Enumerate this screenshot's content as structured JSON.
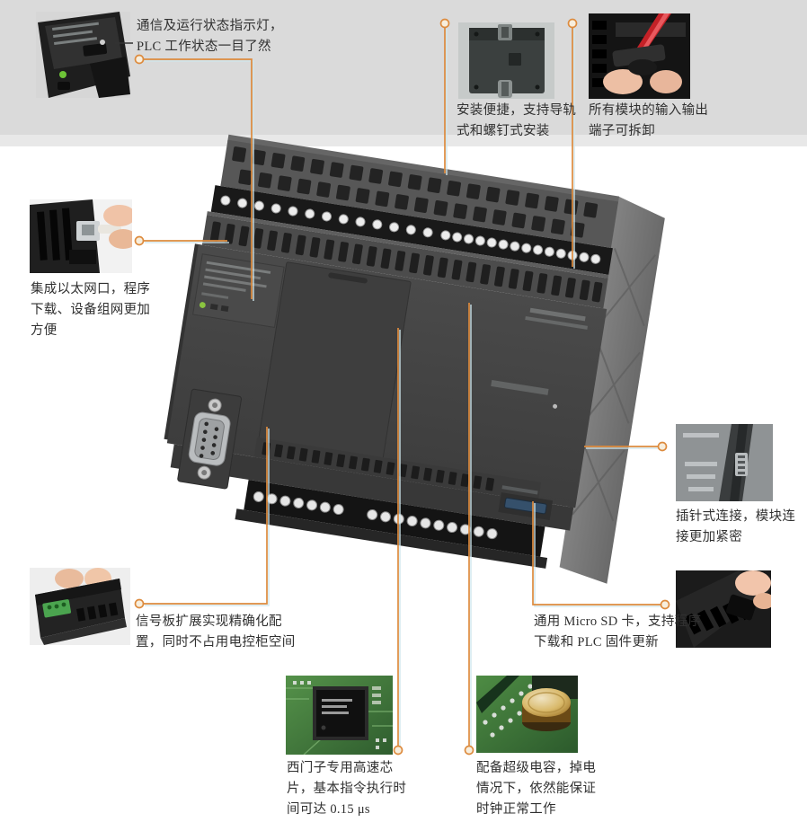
{
  "accent_color": "#dd8b3e",
  "band_color": "#dadada",
  "callouts": {
    "status_indicators": {
      "lines": [
        "通信及运行状态指示灯，",
        "PLC 工作状态一目了然"
      ]
    },
    "mounting": {
      "lines": [
        "安装便捷，支持导轨",
        "式和螺钉式安装"
      ]
    },
    "removable_terminals": {
      "lines": [
        "所有模块的输入输出",
        "端子可拆卸"
      ]
    },
    "ethernet": {
      "lines": [
        "集成以太网口，程序",
        "下载、设备组网更加",
        "方便"
      ]
    },
    "signal_board": {
      "lines": [
        "信号板扩展实现精确化配",
        "置，同时不占用电控柜空间"
      ]
    },
    "pin_connection": {
      "lines": [
        "插针式连接，模块连",
        "接更加紧密"
      ]
    },
    "micro_sd": {
      "lines": [
        "通用 Micro SD 卡，支持程序",
        "下载和 PLC 固件更新"
      ]
    },
    "chip": {
      "lines": [
        "西门子专用高速芯",
        "片，基本指令执行时",
        "间可达 0.15 μs"
      ]
    },
    "supercap": {
      "lines": [
        "配备超级电容，掉电",
        "情况下，依然能保证",
        "时钟正常工作"
      ]
    }
  }
}
